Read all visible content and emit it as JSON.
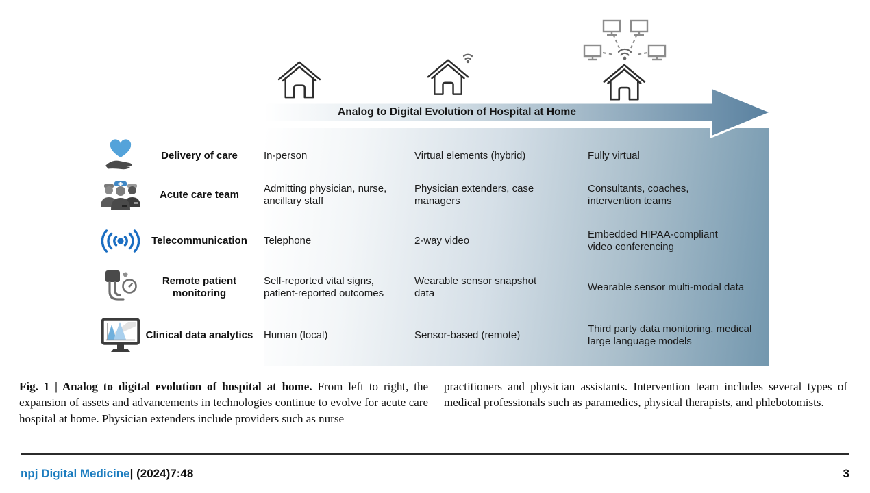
{
  "figure": {
    "arrow_title": "Analog to Digital Evolution of Hospital at Home",
    "stage_icons": [
      "plain-house-icon",
      "wifi-house-icon",
      "networked-house-icon"
    ],
    "rows": [
      {
        "icon": "heart-in-hand-icon",
        "label": "Delivery of care",
        "cols": [
          "In-person",
          "Virtual elements (hybrid)",
          "Fully virtual"
        ]
      },
      {
        "icon": "care-team-icon",
        "label": "Acute care team",
        "cols": [
          "Admitting physician, nurse, ancillary staff",
          "Physician extenders, case managers",
          "Consultants, coaches, intervention teams"
        ]
      },
      {
        "icon": "telecommunication-icon",
        "label": "Telecommunication",
        "cols": [
          "Telephone",
          "2-way video",
          "Embedded HIPAA-compliant video conferencing"
        ]
      },
      {
        "icon": "blood-pressure-monitor-icon",
        "label": "Remote patient monitoring",
        "cols": [
          "Self-reported vital signs, patient-reported outcomes",
          "Wearable sensor snapshot data",
          "Wearable sensor multi-modal data"
        ]
      },
      {
        "icon": "analytics-monitor-icon",
        "label": "Clinical data analytics",
        "cols": [
          "Human (local)",
          "Sensor-based (remote)",
          "Third party data monitoring, medical large language models"
        ]
      }
    ],
    "colors": {
      "steel_blue_end": "#7397ae",
      "arrow_deep_blue": "#58809f",
      "icon_blue": "#1a6ec2",
      "heart_blue": "#54a3da",
      "cap_blue": "#3f87c5",
      "icon_gray": "#4a4a4a"
    }
  },
  "caption": {
    "fig_label_bold": "Fig. 1 | Analog to digital evolution of hospital at home.",
    "left_text": " From left to right, the expansion of assets and advancements in technologies continue to evolve for acute care hospital at home. Physician extenders include providers such as nurse",
    "right_text": "practitioners and physician assistants. Intervention team includes several types of medical professionals such as paramedics, physical therapists, and phlebotomists."
  },
  "footer": {
    "journal": "npj Digital Medicine",
    "citation": "| (2024)7:48",
    "page": "3"
  }
}
